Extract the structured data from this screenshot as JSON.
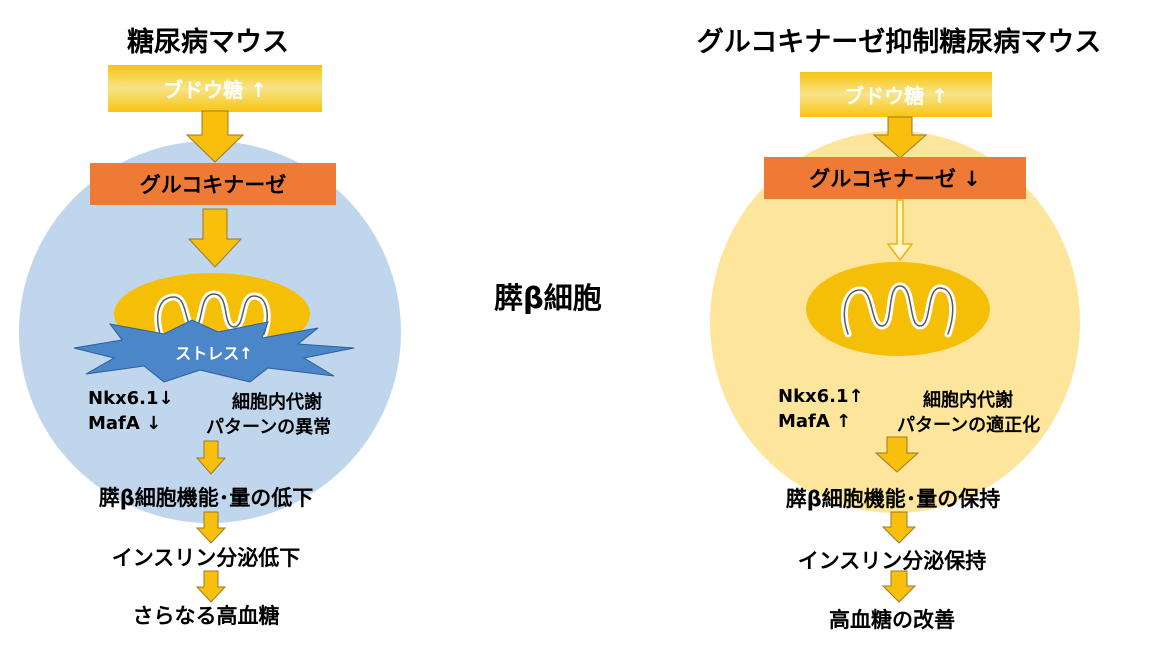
{
  "left": {
    "title": "糖尿病マウス",
    "glucose": "ブドウ糖 ↑",
    "glucokinase": "グルコキナーゼ",
    "stress": "ストレス↑",
    "markers_line1": "Nkx6.1↓",
    "markers_line2": "MafA ↓",
    "metabolism_line1": "細胞内代謝",
    "metabolism_line2": "パターンの異常",
    "step1": "膵β細胞機能･量の低下",
    "step2": "インスリン分泌低下",
    "step3": "さらなる高血糖"
  },
  "center": {
    "cell_label": "膵β細胞"
  },
  "right": {
    "title": "グルコキナーゼ抑制糖尿病マウス",
    "glucose": "ブドウ糖 ↑",
    "glucokinase": "グルコキナーゼ ↓",
    "markers_line1": "Nkx6.1↑",
    "markers_line2": "MafA ↑",
    "metabolism_line1": "細胞内代謝",
    "metabolism_line2": "パターンの適正化",
    "step1": "膵β細胞機能･量の保持",
    "step2": "インスリン分泌保持",
    "step3": "高血糖の改善"
  },
  "colors": {
    "arrow_yellow": "#f8c00c",
    "arrow_outline": "#9a7a2a",
    "glucokinase_orange": "#ef7a35",
    "left_cell_blue": "#bfd6ec",
    "right_cell_yellow": "#fde59b",
    "mitochondria_gold": "#f5be07",
    "stress_blue": "#4a86c8"
  },
  "icons": [
    "down-arrow-icon",
    "mitochondria-icon",
    "stress-burst-icon"
  ]
}
